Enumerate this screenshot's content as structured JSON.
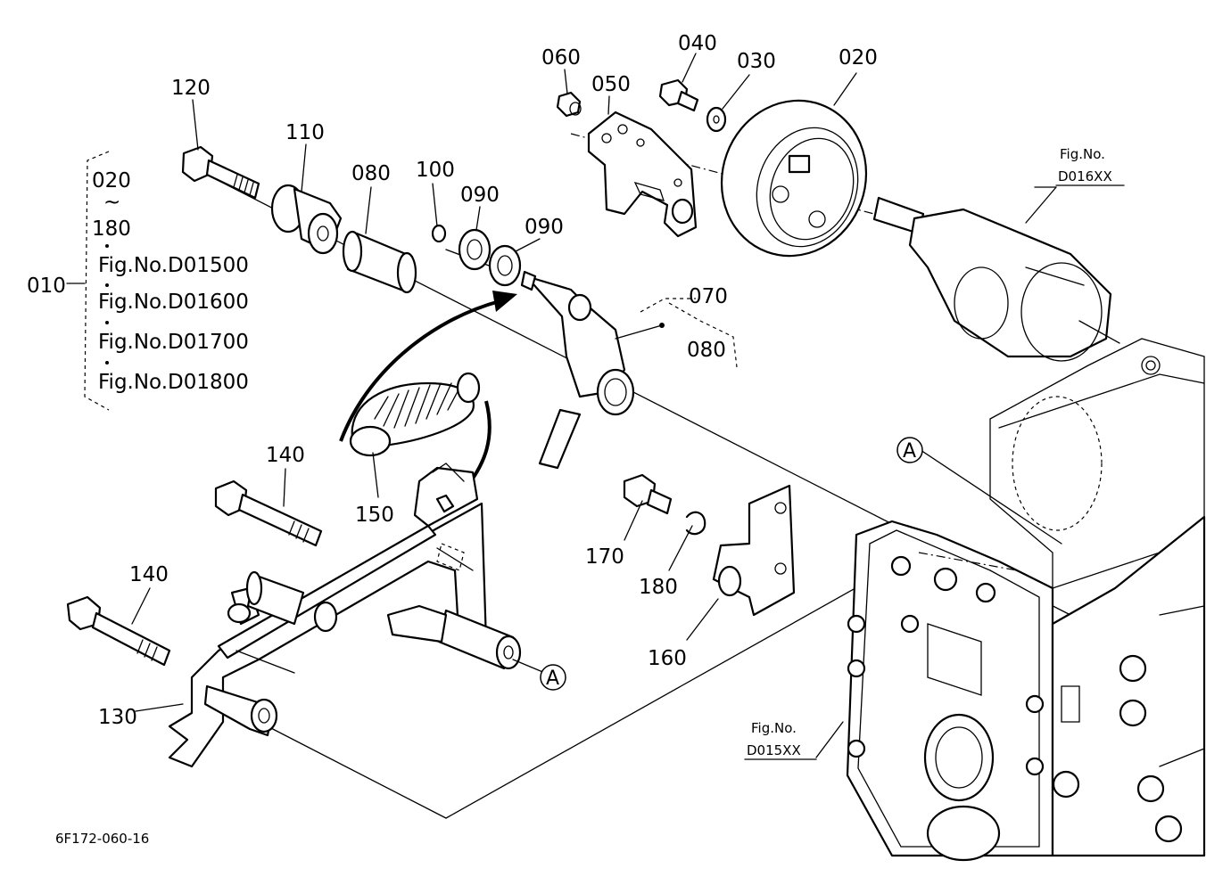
{
  "callouts": {
    "c010": "010",
    "c020": "020",
    "c030": "030",
    "c040": "040",
    "c050": "050",
    "c060": "060",
    "c070": "070",
    "c080a": "080",
    "c080b": "080",
    "c090a": "090",
    "c090b": "090",
    "c100": "100",
    "c110": "110",
    "c120": "120",
    "c130": "130",
    "c140a": "140",
    "c140b": "140",
    "c150": "150",
    "c160": "160",
    "c170": "170",
    "c180": "180"
  },
  "kit_group": {
    "range_start": "020",
    "range_sep": "~",
    "range_end": "180",
    "refs": [
      "Fig.No.D01500",
      "Fig.No.D01600",
      "Fig.No.D01700",
      "Fig.No.D01800"
    ]
  },
  "figure_refs": {
    "ref1_line1": "Fig.No.",
    "ref1_line2": "D016XX",
    "ref2_line1": "Fig.No.",
    "ref2_line2": "D015XX"
  },
  "markers": {
    "a1": "A",
    "a2": "A"
  },
  "drawing_number": "6F172-060-16"
}
